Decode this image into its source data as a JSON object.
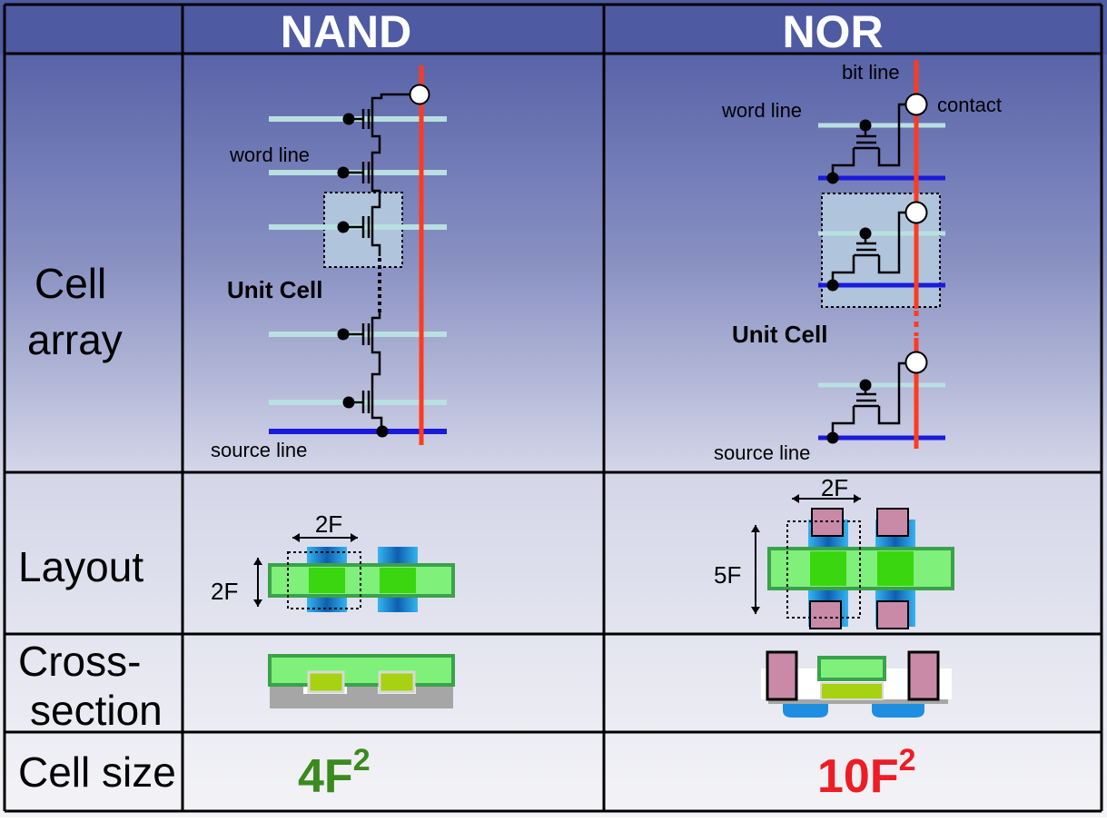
{
  "columns": {
    "nand": "NAND",
    "nor": "NOR"
  },
  "rows": {
    "cell_array": [
      "Cell",
      "array"
    ],
    "layout": "Layout",
    "cross_section": [
      "Cross-",
      "section"
    ],
    "cell_size": "Cell size"
  },
  "nand": {
    "word_line": "word line",
    "unit_cell": "Unit Cell",
    "source_line": "source line",
    "layout_width": "2F",
    "layout_height": "2F",
    "cell_size": "4F",
    "cell_size_exp": "2"
  },
  "nor": {
    "bit_line": "bit line",
    "contact": "contact",
    "word_line": "word line",
    "unit_cell": "Unit Cell",
    "source_line": "source line",
    "layout_width": "2F",
    "layout_height": "5F",
    "cell_size": "10F",
    "cell_size_exp": "2"
  },
  "colors": {
    "header_bg": "#4e5aa2",
    "nand_size": "#3a8a1e",
    "nor_size": "#ee1c25",
    "bit_line": "#ff3b1f",
    "source_line": "#1a1adb",
    "word_line": "#b8e0e0",
    "active": "#7ff07a",
    "gate": "#1e7fd6",
    "contact_plug": "#c98aa8"
  }
}
